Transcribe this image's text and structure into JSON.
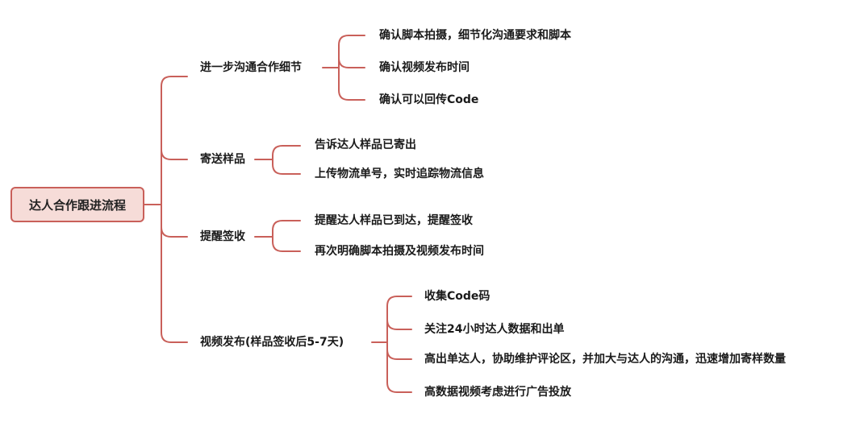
{
  "colors": {
    "line": "#c9605a",
    "root_fill": "#f6dcd8",
    "text": "#1a1a1a"
  },
  "root": {
    "label": "达人合作跟进流程"
  },
  "branches": [
    {
      "label": "进一步沟通合作细节",
      "children": [
        "确认脚本拍摄，细节化沟通要求和脚本",
        "确认视频发布时间",
        "确认可以回传Code"
      ]
    },
    {
      "label": "寄送样品",
      "children": [
        "告诉达人样品已寄出",
        "上传物流单号，实时追踪物流信息"
      ]
    },
    {
      "label": "提醒签收",
      "children": [
        "提醒达人样品已到达，提醒签收",
        "再次明确脚本拍摄及视频发布时间"
      ]
    },
    {
      "label": "视频发布(样品签收后5-7天)",
      "children": [
        "收集Code码",
        "关注24小时达人数据和出单",
        "高出单达人，协助维护评论区，并加大与达人的沟通，迅速增加寄样数量",
        "高数据视频考虑进行广告投放"
      ]
    }
  ]
}
